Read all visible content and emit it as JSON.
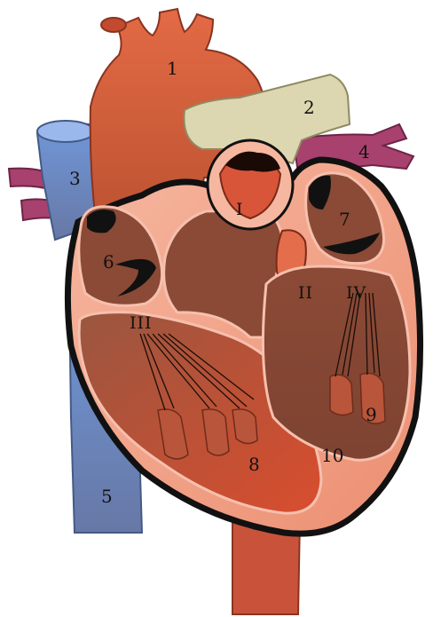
{
  "labels": {
    "aorta": "1",
    "pulmonary_artery": "2",
    "superior_vena_cava": "3",
    "pulmonary_veins": "4",
    "inferior_vena_cava": "5",
    "right_atrium": "6",
    "left_atrium": "7",
    "right_ventricle": "8",
    "left_ventricle": "9",
    "septum_wall": "10",
    "pulmonary_valve": "I",
    "aortic_valve": "II",
    "tricuspid_valve": "III",
    "mitral_valve": "IV"
  },
  "colors": {
    "aorta": "#d85a3c",
    "pulmonary_artery": "#dcd7b0",
    "vena_cava": "#6f8fd0",
    "pulmonary_veins": "#a8416e",
    "muscle": "#f2a488",
    "chamber": "#8a4a36",
    "outline": "#111111"
  }
}
